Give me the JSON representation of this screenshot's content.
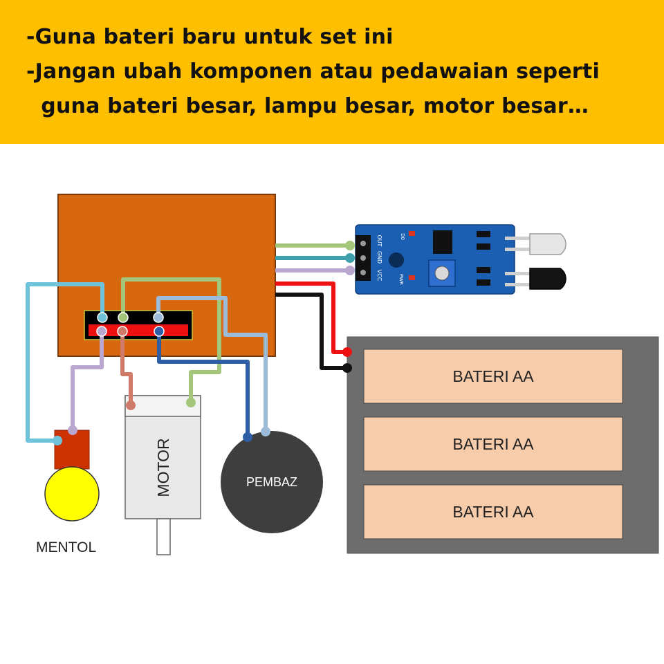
{
  "notice": {
    "lines": [
      "-Guna bateri baru untuk set ini",
      "-Jangan ubah komponen atau pedawaian seperti",
      "  guna bateri besar, lampu besar, motor besar…"
    ]
  },
  "labels": {
    "motor": "MOTOR",
    "buzzer": "PEMBAZ",
    "bulb": "MENTOL",
    "batteries": [
      "BATERI AA",
      "BATERI AA",
      "BATERI AA"
    ],
    "sensor_pins": [
      "OUT",
      "GND",
      "VCC"
    ],
    "sensor_leds": [
      "D0",
      "PWR"
    ]
  },
  "colors": {
    "banner": "#fdbf00",
    "controller_board": "#d8680f",
    "battery_case": "#6d6d6d",
    "battery_cell": "#f7ccaa",
    "wire_cyan": "#6ec3da",
    "wire_green": "#a3c67a",
    "wire_teal": "#3ea0ab",
    "wire_lavender": "#b9a7cf",
    "wire_lightblue": "#9cbbd8",
    "wire_darkblue": "#2d5ea6",
    "wire_salmon": "#d07b6a",
    "wire_red": "#ee1111",
    "wire_black": "#111111",
    "bulb_glass": "#ffff00",
    "bulb_base": "#cc3300",
    "buzzer_body": "#3e3e3e",
    "sensor_pcb": "#1a5fb2"
  }
}
